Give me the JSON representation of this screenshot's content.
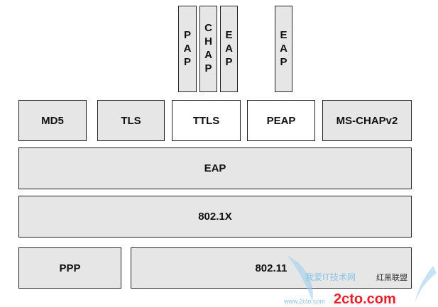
{
  "top_protocols": [
    {
      "label": "PAP"
    },
    {
      "label": "CHAP"
    },
    {
      "label": "EAP"
    },
    {
      "label": "EAP"
    }
  ],
  "methods": [
    {
      "label": "MD5"
    },
    {
      "label": "TLS"
    },
    {
      "label": "TTLS"
    },
    {
      "label": "PEAP"
    },
    {
      "label": "MS-CHAPv2"
    }
  ],
  "eap": "EAP",
  "dot1x": "802.1X",
  "ppp": "PPP",
  "dot11": "802.11",
  "watermark": {
    "cn": "我爱IT技术网",
    "brand": "2cto.com",
    "side": "红黑联盟",
    "url": "www.2cto.com"
  }
}
